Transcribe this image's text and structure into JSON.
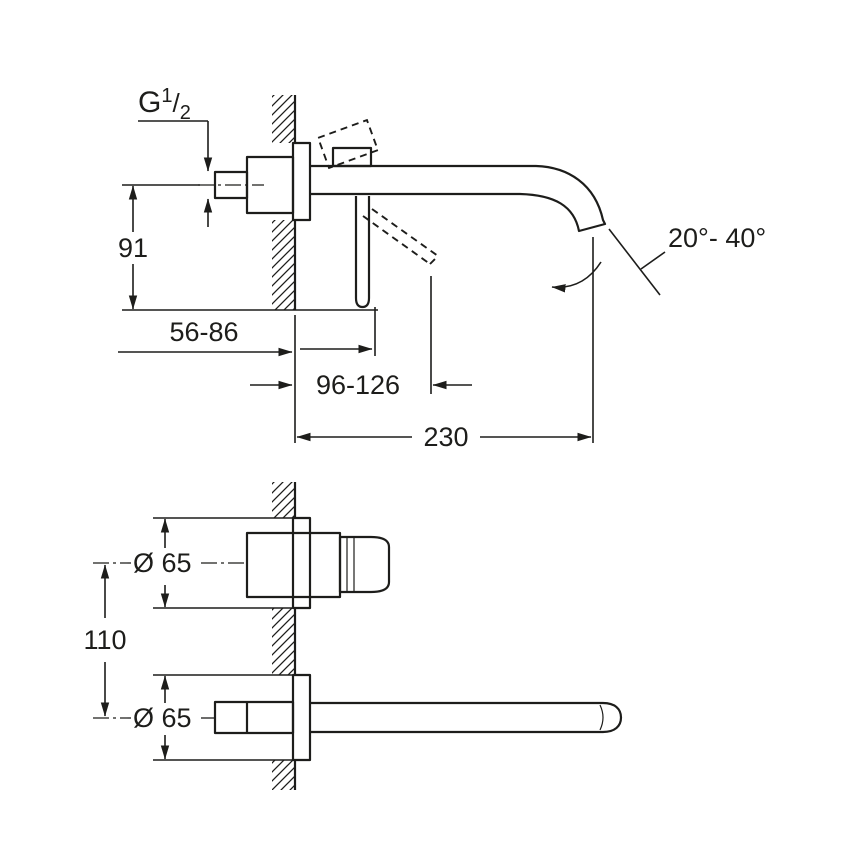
{
  "page": {
    "background": "#ffffff",
    "line_color": "#1d1d1b",
    "knob_fill": "#ebebeb",
    "subject": "wall-mounted basin mixer technical dimension drawing"
  },
  "side_view": {
    "thread_label": {
      "prefix": "G",
      "numerator": "1",
      "slash": "/",
      "denominator": "2"
    },
    "dims": {
      "spout_height": "91",
      "rough_in_depth": "56-86",
      "lever_projection": "96-126",
      "spout_projection": "230",
      "spout_angle": "20°- 40°"
    }
  },
  "installation_view": {
    "dims": {
      "top_escutcheon_dia": "Ø 65",
      "hole_spacing": "110",
      "bottom_escutcheon_dia": "Ø 65"
    }
  }
}
